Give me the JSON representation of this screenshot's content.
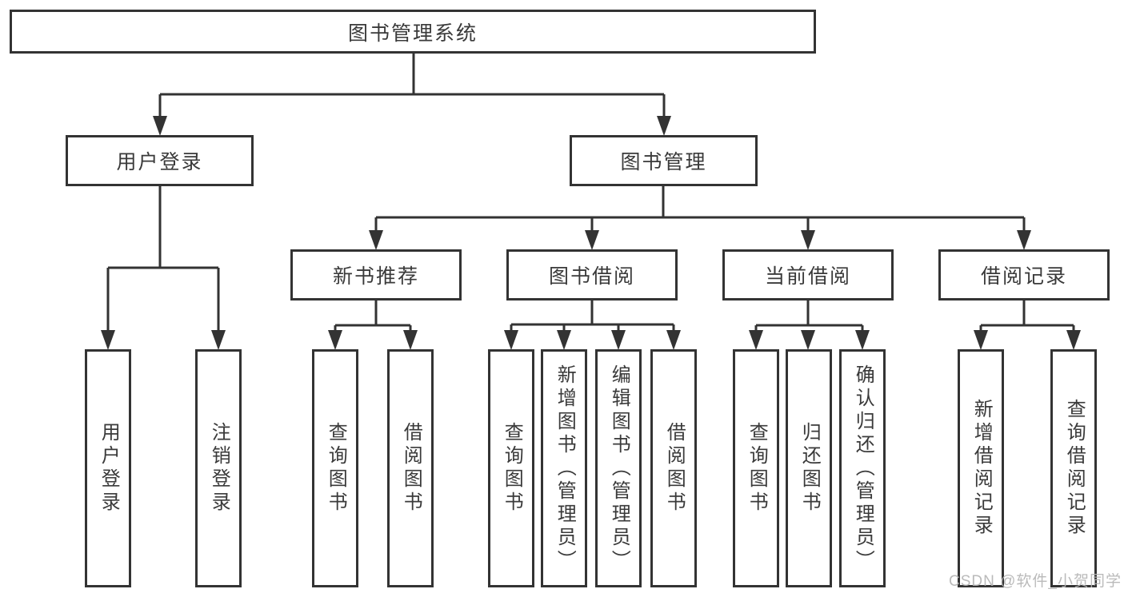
{
  "colors": {
    "line": "#333333",
    "text": "#3a3a3a",
    "background": "#ffffff",
    "watermark": "#b5b5b5"
  },
  "tree": {
    "label": "图书管理系统",
    "children": [
      {
        "label": "用户登录",
        "children": [
          {
            "label": "用户登录"
          },
          {
            "label": "注销登录"
          }
        ]
      },
      {
        "label": "图书管理",
        "children": [
          {
            "label": "新书推荐",
            "children": [
              {
                "label": "查询图书"
              },
              {
                "label": "借阅图书"
              }
            ]
          },
          {
            "label": "图书借阅",
            "children": [
              {
                "label": "查询图书"
              },
              {
                "label": "新增图书（管理员）"
              },
              {
                "label": "编辑图书（管理员）"
              },
              {
                "label": "借阅图书"
              }
            ]
          },
          {
            "label": "当前借阅",
            "children": [
              {
                "label": "查询图书"
              },
              {
                "label": "归还图书"
              },
              {
                "label": "确认归还（管理员）"
              }
            ]
          },
          {
            "label": "借阅记录",
            "children": [
              {
                "label": "新增借阅记录"
              },
              {
                "label": "查询借阅记录"
              }
            ]
          }
        ]
      }
    ]
  },
  "watermark": "CSDN @软件_小贺同学"
}
